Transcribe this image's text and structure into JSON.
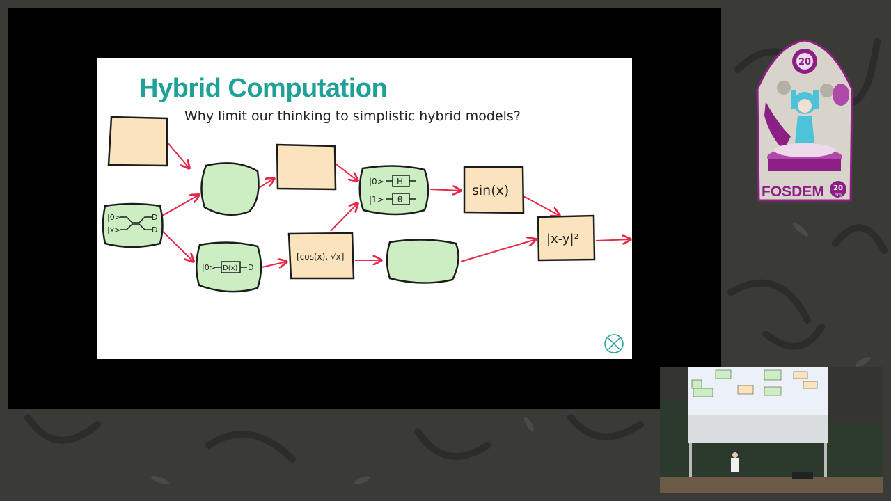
{
  "slide": {
    "title": "Hybrid Computation",
    "subtitle": "Why limit our thinking to simplistic hybrid models?"
  },
  "diagram": {
    "nodes": {
      "qgate_top_line1": "|0>",
      "qgate_top_line2": "|x>",
      "qgate_top_out": "D",
      "qgate_bottom_in": "|0>",
      "qgate_bottom_gate": "D(x)",
      "qgate_bottom_out": "D",
      "func_cos_sqrt": "[cos(x), √x]",
      "qcircuit_line1": "|0>",
      "qcircuit_line2": "|1>",
      "qcircuit_gate1": "H",
      "qcircuit_gate2": "θ",
      "func_sin": "sin(x)",
      "func_dist": "|x-y|²"
    }
  },
  "branding": {
    "logo_number": "20",
    "logo_text": "FOSDEM",
    "logo_badge_top": "20",
    "logo_badge_bottom": "org"
  },
  "colors": {
    "title_teal": "#1fa197",
    "classical_fill": "#fbe3bd",
    "quantum_fill": "#cdeec3",
    "arrow_red": "#e8284a",
    "logo_purple": "#8b1f86"
  }
}
